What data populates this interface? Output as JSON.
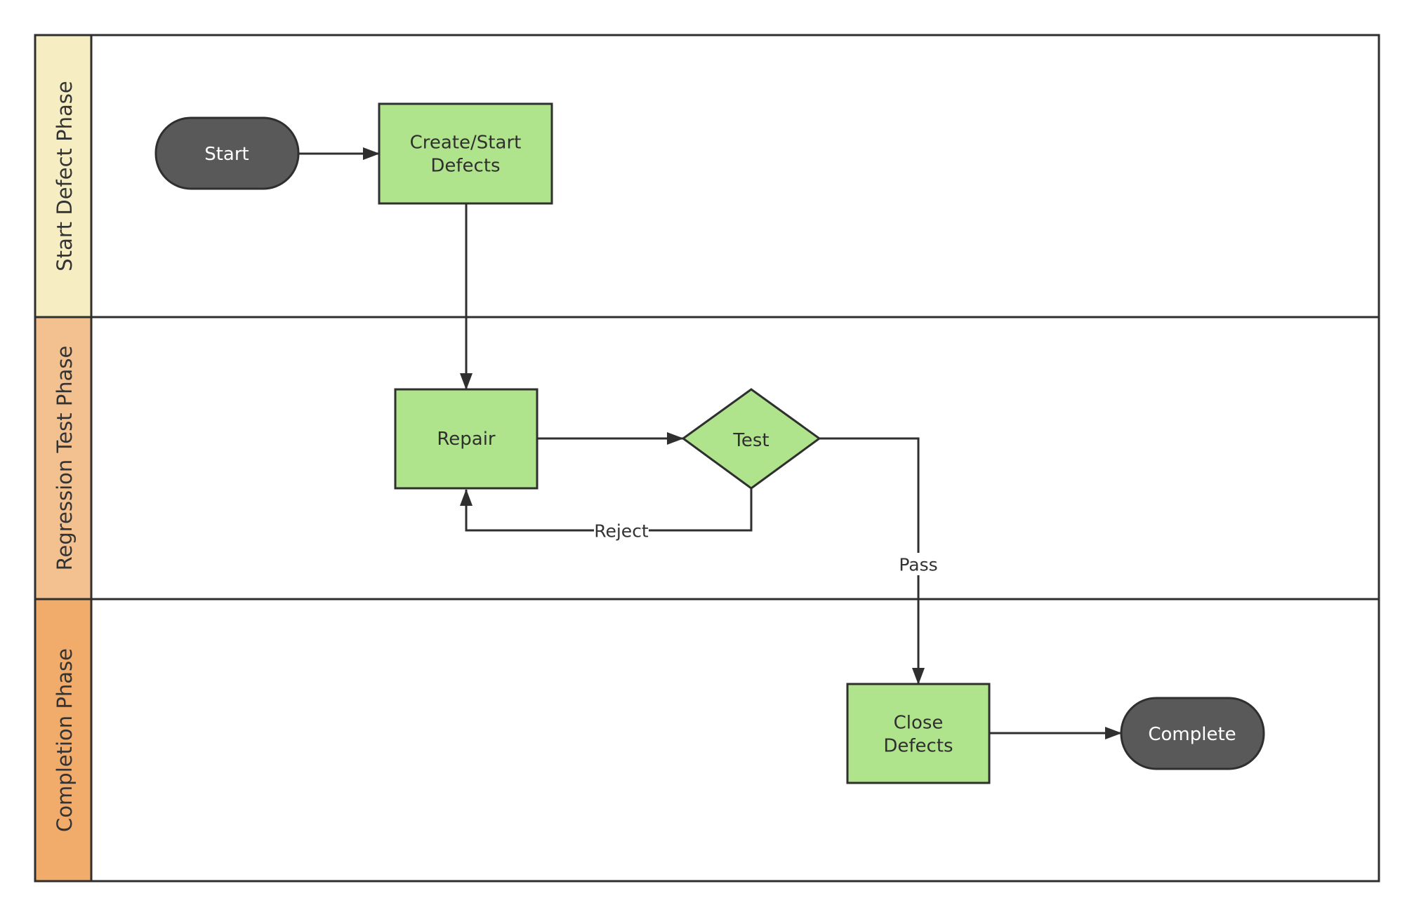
{
  "lanes": [
    {
      "label": "Start Defect Phase",
      "color": "#f6eec2"
    },
    {
      "label": "Regression Test Phase",
      "color": "#f3c18f"
    },
    {
      "label": "Completion Phase",
      "color": "#f1ab6a"
    }
  ],
  "nodes": {
    "start": "Start",
    "create": "Create/Start Defects",
    "repair": "Repair",
    "test": "Test",
    "close": "Close Defects",
    "complete": "Complete"
  },
  "edges": {
    "reject": "Reject",
    "pass": "Pass"
  },
  "colors": {
    "process_fill": "#b0e48c",
    "terminal_fill": "#595959",
    "border": "#2f2f2f"
  }
}
